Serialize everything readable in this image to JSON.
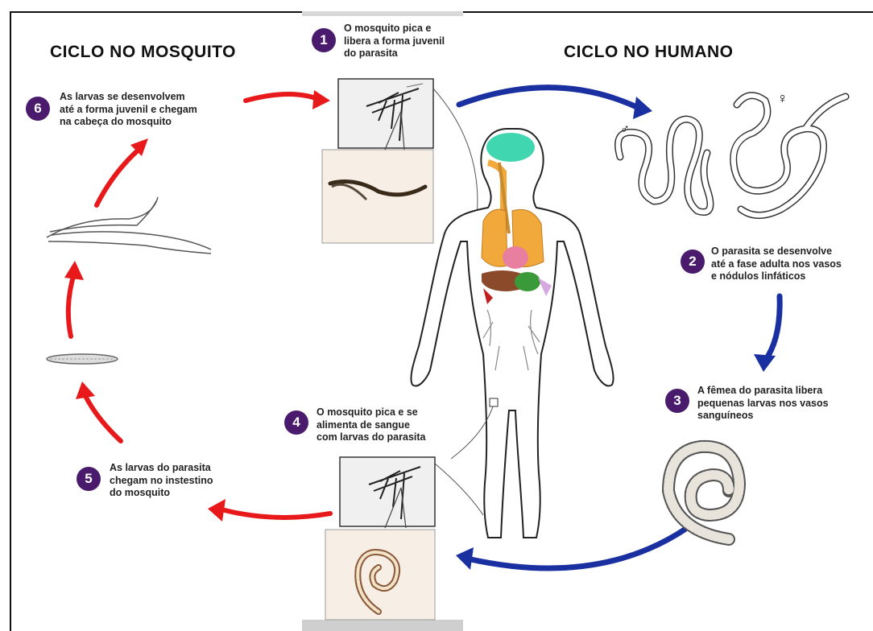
{
  "headings": {
    "mosquito_cycle": "CICLO NO MOSQUITO",
    "human_cycle": "CICLO NO HUMANO"
  },
  "steps": [
    {
      "number": "1",
      "lines": [
        "O mosquito pica e",
        "libera a forma juvenil",
        "do parasita"
      ]
    },
    {
      "number": "2",
      "lines": [
        "O parasita se desenvolve",
        "até a fase adulta nos vasos",
        "e nódulos linfáticos"
      ]
    },
    {
      "number": "3",
      "lines": [
        "A fêmea do parasita libera",
        "pequenas larvas nos vasos",
        "sanguíneos"
      ]
    },
    {
      "number": "4",
      "lines": [
        "O mosquito pica e se",
        "alimenta de sangue",
        "com larvas do parasita"
      ]
    },
    {
      "number": "5",
      "lines": [
        "As larvas do parasita",
        "chegam no instestino",
        "do mosquito"
      ]
    },
    {
      "number": "6",
      "lines": [
        "As larvas se desenvolvem",
        "até a forma juvenil e chegam",
        "na cabeça do mosquito"
      ]
    }
  ],
  "sex_symbols": {
    "male": "♂",
    "female": "♀"
  },
  "colors": {
    "human_arrows": "#1a2fa0",
    "mosquito_arrows": "#e8191b",
    "step_badge": "#4a1a6d",
    "brain": "#3fd6b0",
    "lungs": "#f2a93b",
    "heart": "#e87fa0",
    "liver": "#8b4a2a",
    "stomach": "#3a9a3a"
  }
}
